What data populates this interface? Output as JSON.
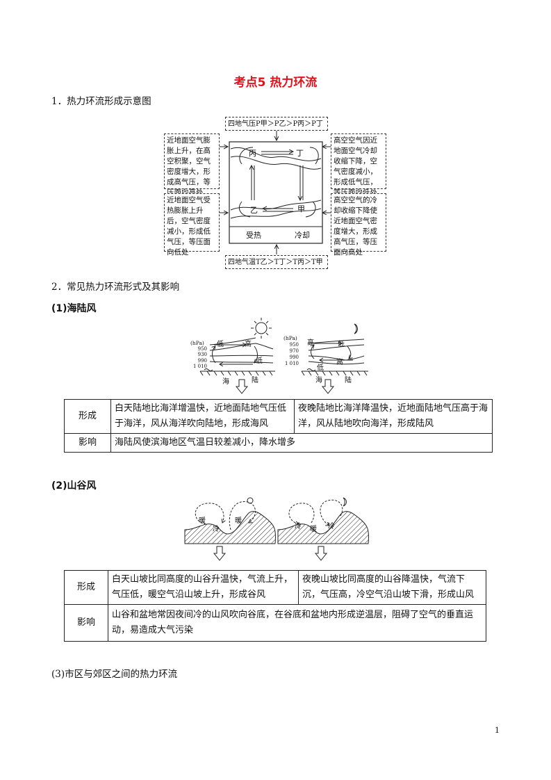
{
  "title": "考点5  热力环流",
  "section1": {
    "heading": "1．热力环流形成示意图",
    "diagram": {
      "top_box": "四地气压P甲＞P乙＞P丙＞P丁",
      "bottom_box": "四地气温T乙＞T丁＞T丙＞T甲",
      "left_top": "近地面空气膨胀上升，在高空积聚，空气密度增大，形成高气压，等压面向高处",
      "left_bottom": "近地面空气受热膨胀上升后，空气密度减小，形成低气压，等压面向低处",
      "right_top": "高空空气因近地面空气冷却收缩下降，空气密度减小，形成低气压，等压面向低处",
      "right_bottom": "高空空气的冷却收缩下降使近地面空气密度增大，形成高气压，等压面向高处",
      "label_bing": "丙",
      "label_ding": "丁",
      "label_yi": "乙",
      "label_jia": "甲",
      "ground_left": "受热",
      "ground_right": "冷却"
    }
  },
  "section2": {
    "heading": "2．常见热力环流形式及其影响",
    "sea_land": {
      "heading": "(1)海陆风",
      "diagram": {
        "unit": "(hPa)",
        "day_ticks": [
          "950",
          "930",
          "990",
          "1 010"
        ],
        "night_ticks": [
          "950",
          "970",
          "990",
          "1 010"
        ],
        "day_high": "高",
        "day_low_top": "低",
        "day_low_bottom": "低",
        "day_sea": "海",
        "day_land": "陆",
        "night_high_top": "高",
        "night_low_top": "低",
        "night_high_bottom": "高",
        "night_low_bottom": "低",
        "night_sea": "海",
        "night_land": "陆"
      },
      "row1_label": "形成",
      "row1_day": "白天陆地比海洋增温快，近地面陆地气压低于海洋，风从海洋吹向陆地，形成海风",
      "row1_night": "夜晚陆地比海洋降温快，近地面陆地气压高于海洋，风从陆地吹向海洋，形成陆风",
      "row2_label": "影响",
      "row2_text": "海陆风使滨海地区气温日较差减小，降水增多"
    },
    "valley": {
      "heading": "(2)山谷风",
      "diagram": {
        "day_warm1": "暖",
        "day_cold": "冷",
        "day_warm2": "暖",
        "night_cold1": "冷",
        "night_warm": "暖",
        "night_cold2": "冷"
      },
      "row1_label": "形成",
      "row1_day": "白天山坡比同高度的山谷升温快，气流上升，气压低，暖空气沿山坡上升，形成谷风",
      "row1_night": "夜晚山坡比同高度的山谷降温快，气流下沉，气压高，冷空气沿山坡下滑，形成山风",
      "row2_label": "影响",
      "row2_text": "山谷和盆地常因夜间冷的山风吹向谷底，在谷底和盆地内形成逆温层，阻碍了空气的垂直运动，易造成大气污染"
    },
    "city": {
      "heading": "(3)市区与郊区之间的热力环流"
    }
  },
  "page_number": "1"
}
